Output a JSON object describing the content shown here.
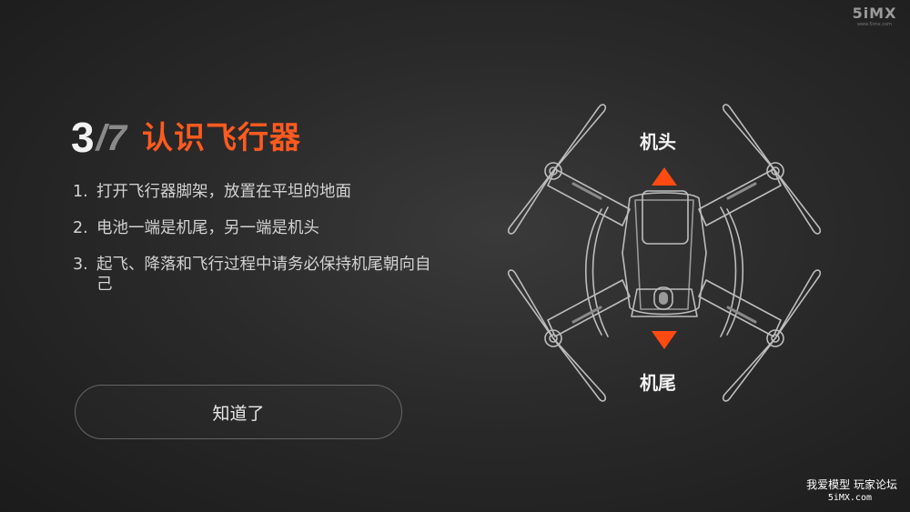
{
  "header": {
    "step_current": "3",
    "step_total": "/7",
    "title": "认识飞行器"
  },
  "steps": [
    {
      "num": "1.",
      "text": "打开飞行器脚架，放置在平坦的地面"
    },
    {
      "num": "2.",
      "text": "电池一端是机尾，另一端是机头"
    },
    {
      "num": "3.",
      "text": "起飞、降落和飞行过程中请务必保持机尾朝向自己"
    }
  ],
  "button": {
    "label": "知道了"
  },
  "diagram": {
    "front_label": "机头",
    "rear_label": "机尾",
    "arrow_color": "#ff4a12"
  },
  "logo": {
    "mark": "5iMX",
    "url": "www.5imx.com"
  },
  "watermark": {
    "line1": "我爱模型 玩家论坛",
    "line2": "5iMX.com"
  },
  "colors": {
    "accent": "#ff5a1f",
    "background": "#2a2a2a"
  }
}
